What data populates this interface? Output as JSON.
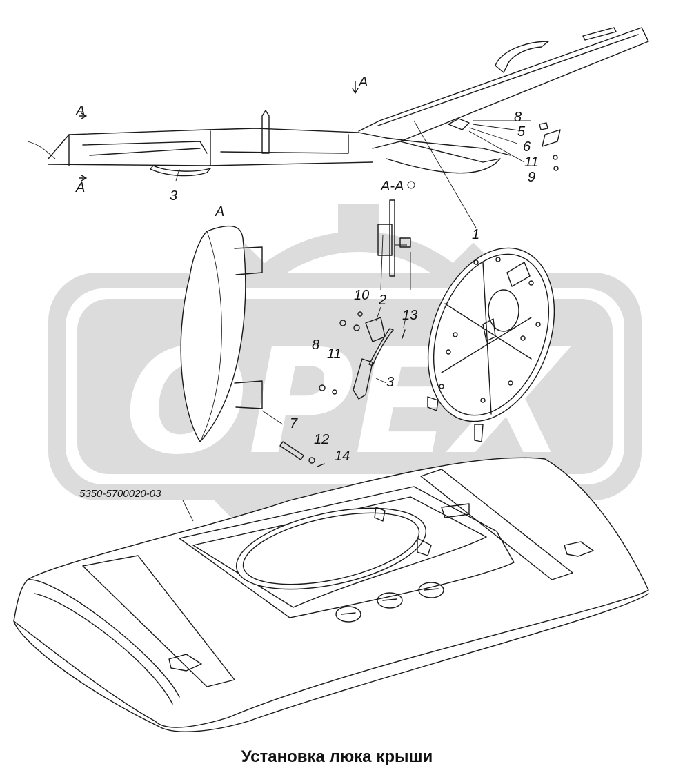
{
  "caption": "Установка люка крыши",
  "part_number": "5350-5700020-03",
  "watermark": "OPEX",
  "section_marks": {
    "top_arrow": "A",
    "left_upper": "A",
    "left_lower": "A",
    "view": "A",
    "section": "A-A"
  },
  "callouts": [
    "1",
    "2",
    "3",
    "3",
    "5",
    "6",
    "7",
    "8",
    "8",
    "9",
    "10",
    "11",
    "11",
    "12",
    "13",
    "14"
  ],
  "colors": {
    "line": "#1a1a1a",
    "watermark": "#d9d9d9",
    "background": "#ffffff"
  }
}
